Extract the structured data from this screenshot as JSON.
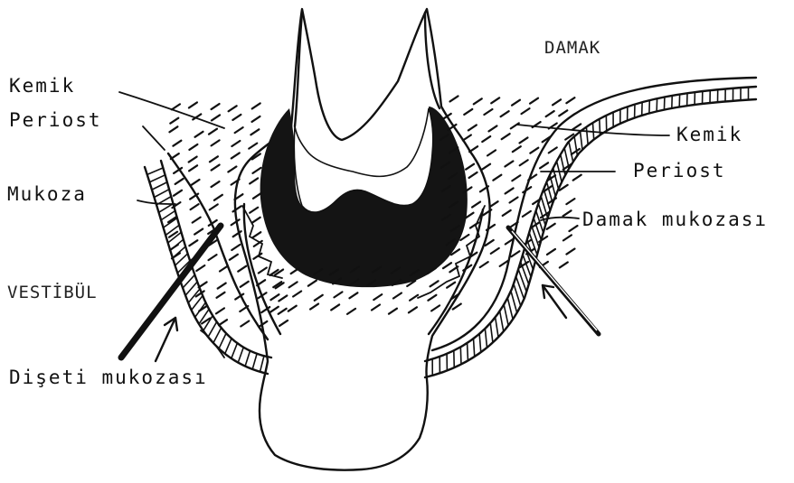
{
  "labels": {
    "damak": "DAMAK",
    "kemik_left": "Kemik",
    "periost_left": "Periost",
    "mukoza": "Mukoza",
    "vestibul": "VESTİBÜL",
    "diseti_mukozasi": "Dişeti mukozası",
    "kemik_right": "Kemik",
    "periost_right": "Periost",
    "damak_mukozasi": "Damak mukozası"
  },
  "icons": {
    "left_arrow": "arrow-up-icon",
    "right_arrow": "arrow-up-left-icon"
  }
}
